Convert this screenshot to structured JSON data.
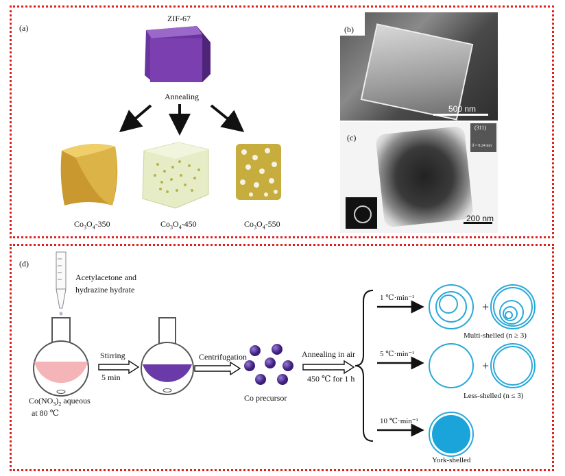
{
  "colors": {
    "frame": "#e0201c",
    "cube_purple": "#7b3fb0",
    "cube_gold": "#d8b04a",
    "shell_blue": "#28a8d8",
    "sphere_purple": "#5a2e9c",
    "solution_pink": "#f4b4b8",
    "solution_purple": "#6a3aa8"
  },
  "panel_a": {
    "label": "(a)",
    "top_title": "ZIF-67",
    "step": "Annealing",
    "products": [
      {
        "text": "Co",
        "sub1": "3",
        "mid": "O",
        "sub2": "4",
        "suffix": "-350"
      },
      {
        "text": "Co",
        "sub1": "3",
        "mid": "O",
        "sub2": "4",
        "suffix": "-450"
      },
      {
        "text": "Co",
        "sub1": "3",
        "mid": "O",
        "sub2": "4",
        "suffix": "-550"
      }
    ]
  },
  "panel_b": {
    "label": "(b)",
    "scale": "500 nm"
  },
  "panel_c": {
    "label": "(c)",
    "scale": "200 nm",
    "lattice_index": "(311)",
    "lattice_spacing": "d = 0.24 nm"
  },
  "panel_d": {
    "label": "(d)",
    "reagent_line1": "Acetylacetone and",
    "reagent_line2": "hydrazine hydrate",
    "flask_label_pre": "Co(NO",
    "flask_label_sub1": "3",
    "flask_label_mid": ")",
    "flask_label_sub2": "2",
    "flask_label_post": " aqueous",
    "flask_label_line2": "at 80 ℃",
    "step1_top": "Stirring",
    "step1_bottom": "5 min",
    "step2": "Centrifugation",
    "precursor": "Co precursor",
    "step3_top": "Annealing in air",
    "step3_bottom": "450 ℃ for 1 h",
    "rates": [
      {
        "rate": "1 ℃·min⁻¹",
        "result": "Multi-shelled (n ≥ 3)"
      },
      {
        "rate": "5 ℃·min⁻¹",
        "result": "Less-shelled (n ≤ 3)"
      },
      {
        "rate": "10 ℃·min⁻¹",
        "result": "York-shelled"
      }
    ],
    "plus": "+"
  }
}
